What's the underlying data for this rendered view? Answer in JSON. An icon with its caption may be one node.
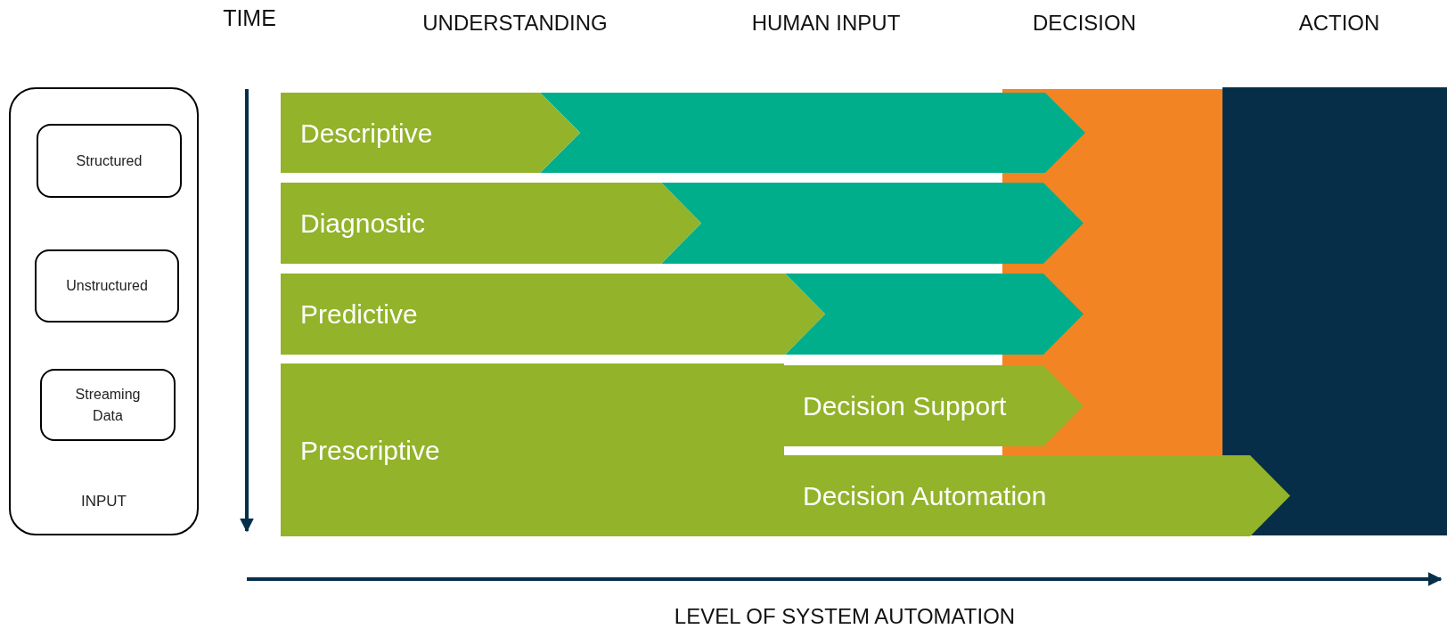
{
  "diagram": {
    "nodes": [
      {
        "text": [
          "INPUT"
        ]
      },
      {
        "text": [
          "Structured"
        ],
        "in": 0
      },
      {
        "text": [
          "Unstructured"
        ],
        "in": 0
      },
      {
        "text": [
          "Streaming Data"
        ],
        "in": 0
      },
      {
        "text": [
          "Descriptive"
        ]
      },
      {
        "text": [
          "Diagnostic"
        ]
      },
      {
        "text": [
          "Predictive"
        ]
      },
      {
        "text": [
          "Prescriptive"
        ]
      },
      {
        "text": [
          "Decision Support"
        ]
      },
      {
        "text": [
          "Decision Automation"
        ]
      },
      {
        "text": [],
        "shape": "box"
      },
      {
        "text": [],
        "shape": "box"
      },
      {
        "text": [],
        "shape": "chevron"
      },
      {
        "text": [],
        "shape": "chevron"
      },
      {
        "text": [],
        "shape": "chevron"
      }
    ],
    "labels": [
      "TIME",
      "UNDERSTANDING",
      "HUMAN INPUT",
      "DECISION",
      "ACTION",
      "LEVEL OF SYSTEM AUTOMATION"
    ]
  }
}
